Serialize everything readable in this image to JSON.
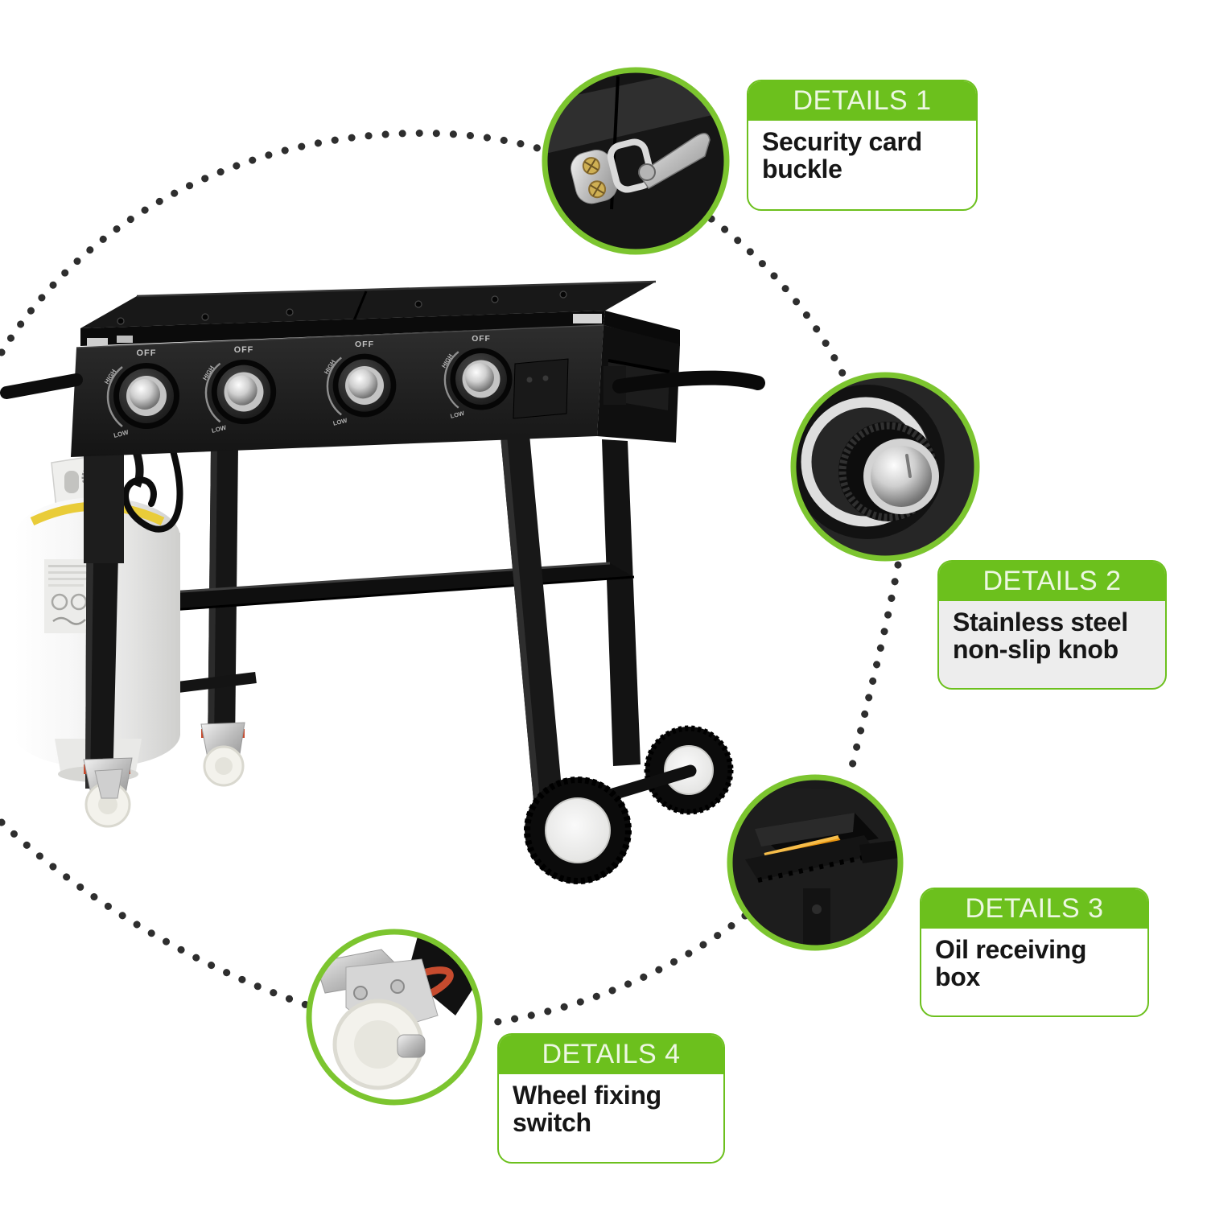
{
  "scene": {
    "background_color": "#ffffff",
    "connector_style": "dotted circle linking four detail callouts around product"
  },
  "colors": {
    "accent_green": "#6cc01d",
    "ring_green": "#7cc52f",
    "header_text": "#edf7e2",
    "body_text": "#161616",
    "label_body_bg": "#ffffff",
    "label2_body_bg": "#ededed",
    "dot_color": "#2e2e2e",
    "oil_color": "#e8940f",
    "caster_red": "#c64b2e"
  },
  "details": [
    {
      "title": "DETAILS 1",
      "description": "Security card buckle"
    },
    {
      "title": "DETAILS 2",
      "description": "Stainless steel non-slip knob"
    },
    {
      "title": "DETAILS 3",
      "description": "Oil receiving box"
    },
    {
      "title": "DETAILS 4",
      "description": "Wheel fixing switch"
    }
  ],
  "product": {
    "knobs": [
      {
        "off_label": "OFF",
        "high_label": "HIGH",
        "low_label": "LOW"
      },
      {
        "off_label": "OFF",
        "high_label": "HIGH",
        "low_label": "LOW"
      },
      {
        "off_label": "OFF",
        "high_label": "HIGH",
        "low_label": "LOW"
      },
      {
        "off_label": "OFF",
        "high_label": "HIGH",
        "low_label": "LOW"
      }
    ]
  }
}
